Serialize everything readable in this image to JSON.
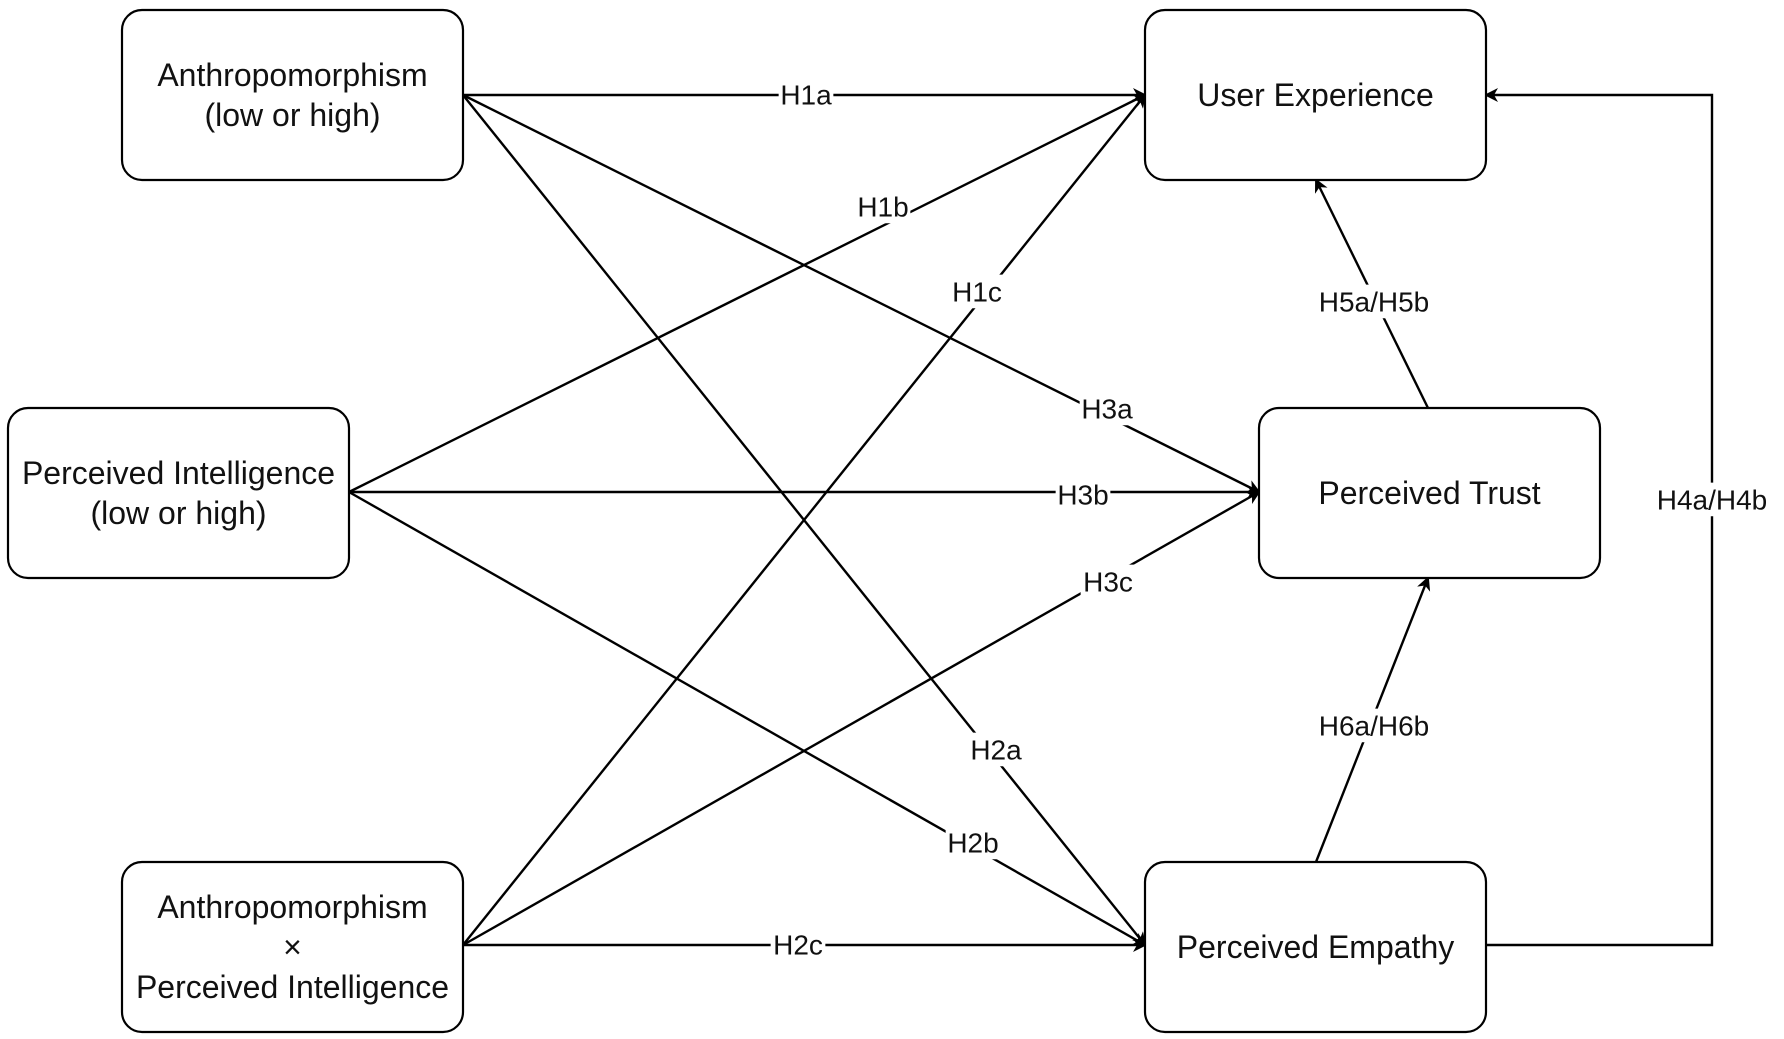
{
  "nodes": {
    "anthropomorphism": {
      "lines": [
        "Anthropomorphism",
        "(low or high)"
      ]
    },
    "perceived_intelligence": {
      "lines": [
        "Perceived Intelligence",
        "(low or high)"
      ]
    },
    "interaction": {
      "lines": [
        "Anthropomorphism",
        "×",
        "Perceived Intelligence"
      ]
    },
    "user_experience": {
      "lines": [
        "User Experience"
      ]
    },
    "perceived_trust": {
      "lines": [
        "Perceived Trust"
      ]
    },
    "perceived_empathy": {
      "lines": [
        "Perceived Empathy"
      ]
    }
  },
  "edges": [
    {
      "id": "h1a",
      "from": "anthropomorphism",
      "to": "user_experience",
      "label": "H1a"
    },
    {
      "id": "h1b",
      "from": "perceived_intelligence",
      "to": "user_experience",
      "label": "H1b"
    },
    {
      "id": "h1c",
      "from": "interaction",
      "to": "user_experience",
      "label": "H1c"
    },
    {
      "id": "h2a",
      "from": "anthropomorphism",
      "to": "perceived_empathy",
      "label": "H2a"
    },
    {
      "id": "h2b",
      "from": "perceived_intelligence",
      "to": "perceived_empathy",
      "label": "H2b"
    },
    {
      "id": "h2c",
      "from": "interaction",
      "to": "perceived_empathy",
      "label": "H2c"
    },
    {
      "id": "h3a",
      "from": "anthropomorphism",
      "to": "perceived_trust",
      "label": "H3a"
    },
    {
      "id": "h3b",
      "from": "perceived_intelligence",
      "to": "perceived_trust",
      "label": "H3b"
    },
    {
      "id": "h3c",
      "from": "interaction",
      "to": "perceived_trust",
      "label": "H3c"
    },
    {
      "id": "h4",
      "from": "perceived_empathy",
      "to": "user_experience",
      "label": "H4a/H4b"
    },
    {
      "id": "h5",
      "from": "perceived_trust",
      "to": "user_experience",
      "label": "H5a/H5b"
    },
    {
      "id": "h6",
      "from": "perceived_empathy",
      "to": "perceived_trust",
      "label": "H6a/H6b"
    }
  ]
}
